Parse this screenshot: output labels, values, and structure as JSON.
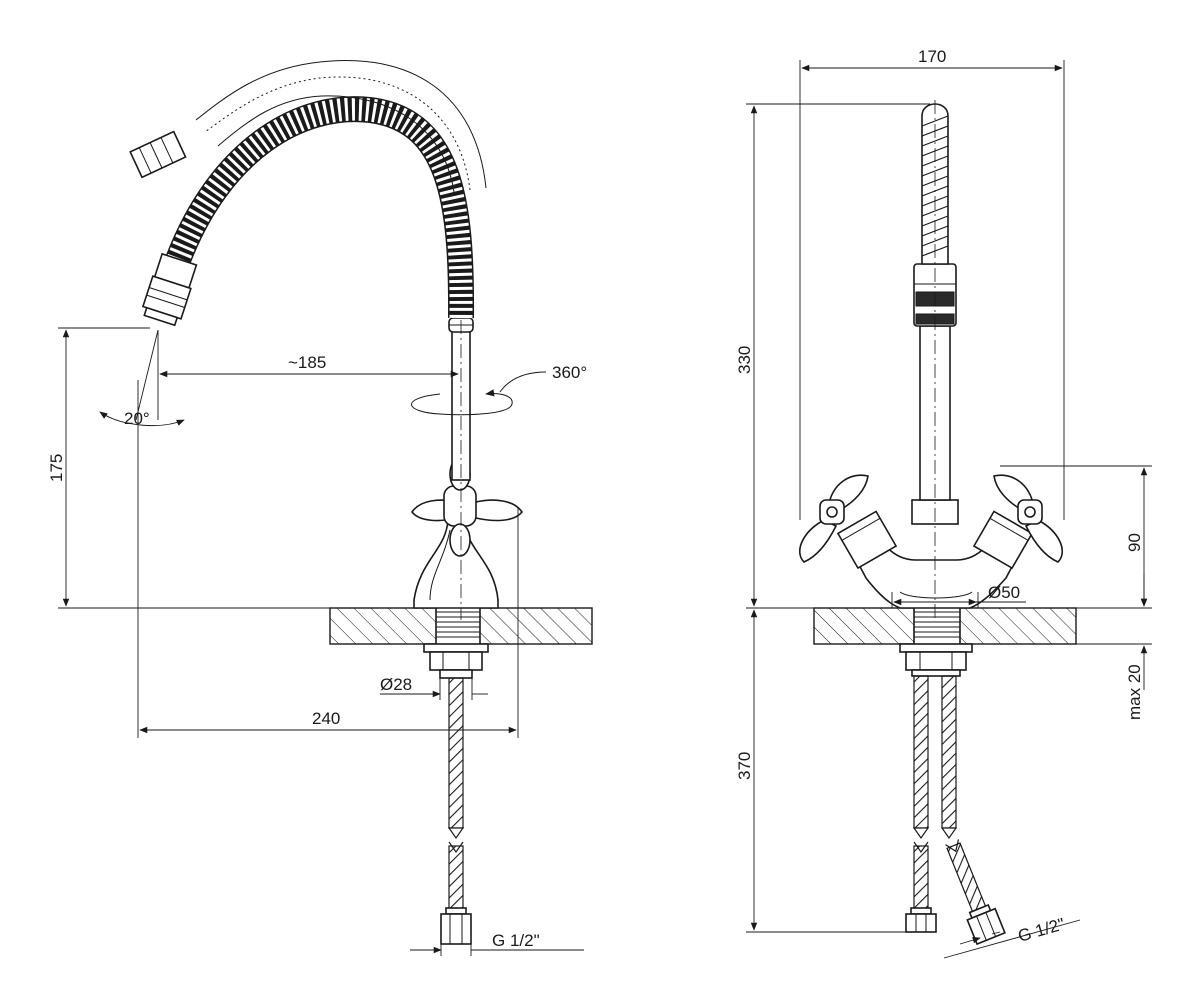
{
  "left_view": {
    "dim_reach": "~185",
    "dim_rotation": "360°",
    "dim_angle": "20°",
    "dim_height": "175",
    "dim_diameter": "Ø28",
    "dim_width": "240",
    "dim_connection": "G 1/2\""
  },
  "right_view": {
    "dim_width": "170",
    "dim_height": "330",
    "dim_handle_height": "90",
    "dim_base_diameter": "Ø50",
    "dim_thickness": "max 20",
    "dim_hose_length": "370",
    "dim_connection": "G 1/2\""
  }
}
